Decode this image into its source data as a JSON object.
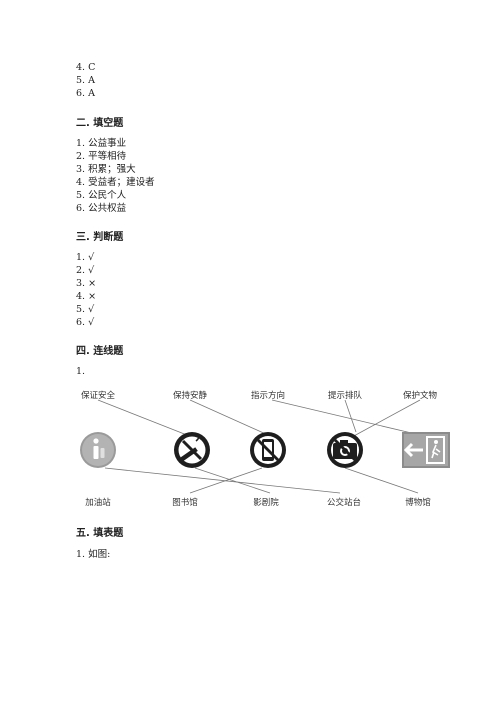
{
  "part1_answers": [
    "4. C",
    "5. A",
    "6. A"
  ],
  "part2": {
    "title": "二. 填空题",
    "answers": [
      "1. 公益事业",
      "2. 平等相待",
      "3. 积累；强大",
      "4. 受益者；建设者",
      "5. 公民个人",
      "6. 公共权益"
    ]
  },
  "part3": {
    "title": "三. 判断题",
    "answers": [
      "1. √",
      "2. √",
      "3. ×",
      "4. ×",
      "5. √",
      "6. √"
    ]
  },
  "part4": {
    "title": "四. 连线题",
    "item": "1.",
    "top_labels": [
      "保证安全",
      "保持安静",
      "指示方向",
      "提示排队",
      "保护文物"
    ],
    "bottom_labels": [
      "加油站",
      "图书馆",
      "影剧院",
      "公交站台",
      "博物馆"
    ],
    "icons": [
      "information-icon",
      "no-smoking-icon",
      "no-phone-icon",
      "no-camera-icon",
      "exit-sign-icon"
    ]
  },
  "part5": {
    "title": "五. 填表题",
    "item": "1. 如图:"
  }
}
